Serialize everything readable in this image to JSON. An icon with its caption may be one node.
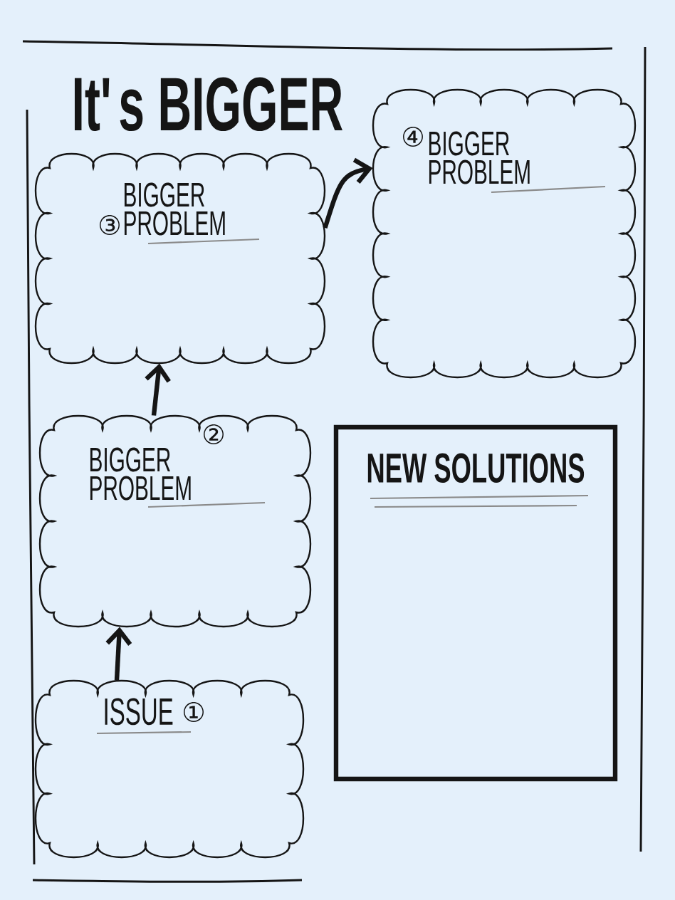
{
  "diagram": {
    "title": "It's BIGGER",
    "nodes": [
      {
        "text": [
          "ISSUE",
          "①"
        ]
      },
      {
        "text": [
          "BIGGER PROBLEM",
          "②"
        ]
      },
      {
        "text": [
          "③",
          "BIGGER PROBLEM"
        ]
      },
      {
        "text": [
          "④",
          "BIGGER PROBLEM"
        ]
      },
      {
        "text": [
          "NEW SOLUTIONS"
        ]
      }
    ],
    "edges": [
      {
        "from": 0,
        "to": 1,
        "arrow": "to"
      },
      {
        "from": 1,
        "to": 2,
        "arrow": "to"
      },
      {
        "from": 2,
        "to": 3,
        "arrow": "to"
      }
    ]
  }
}
